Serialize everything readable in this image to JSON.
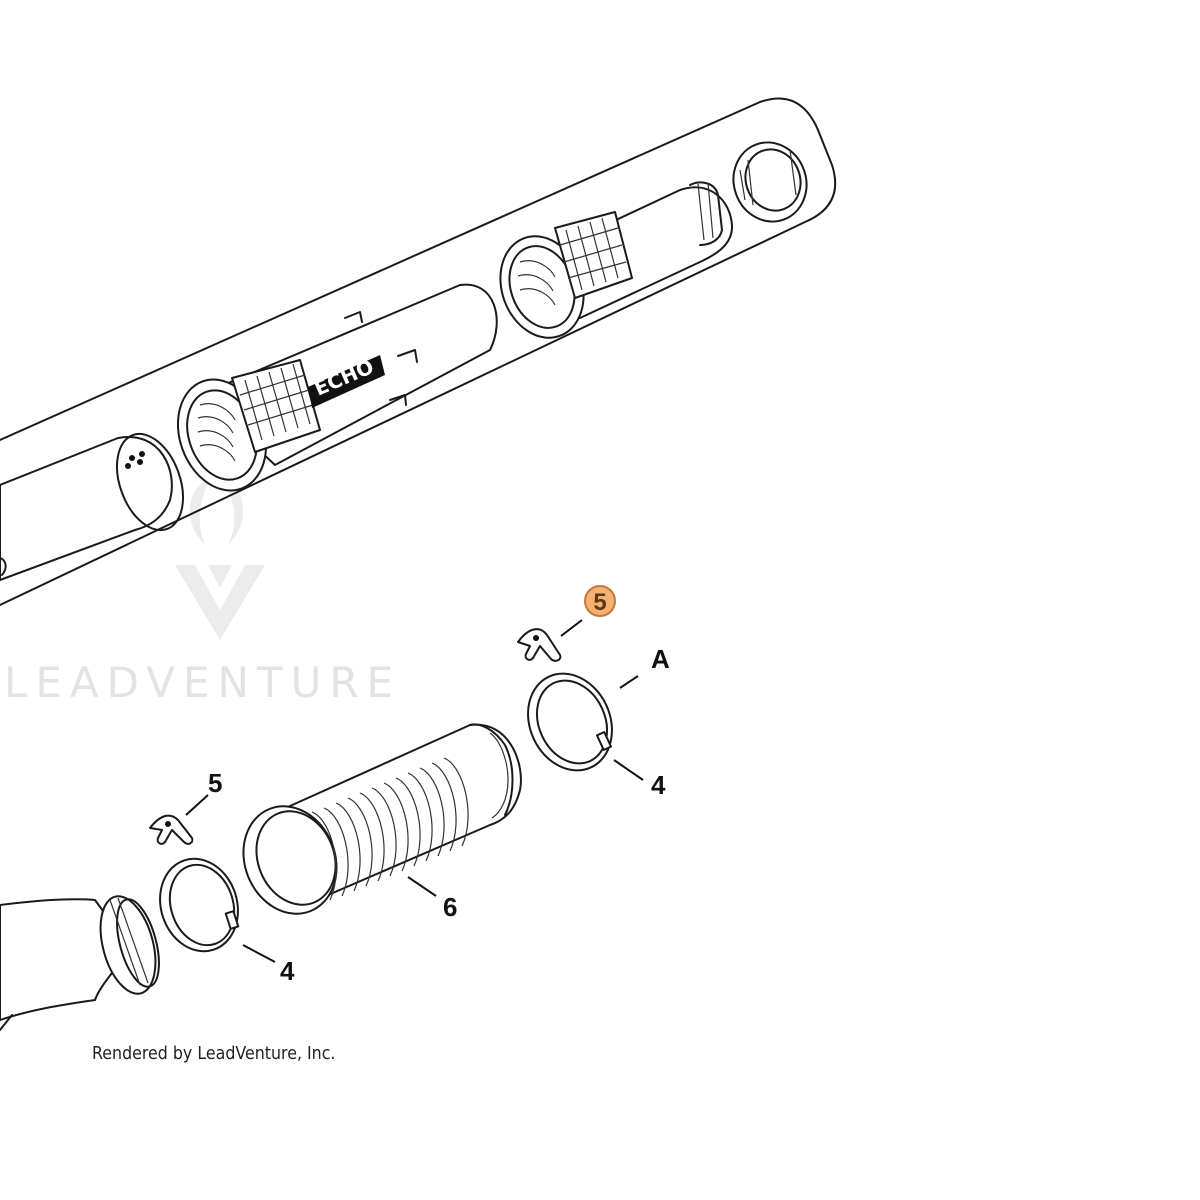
{
  "watermark": {
    "text": "LEADVENTURE"
  },
  "brand_label": "ECHO",
  "footer": {
    "credit": "Rendered by LeadVenture, Inc."
  },
  "callouts": [
    {
      "id": "5",
      "label": "5",
      "highlighted": true
    },
    {
      "id": "A",
      "label": "A",
      "highlighted": false
    },
    {
      "id": "4",
      "label": "4",
      "highlighted": false
    },
    {
      "id": "5",
      "label": "5",
      "highlighted": false
    },
    {
      "id": "6",
      "label": "6",
      "highlighted": false
    },
    {
      "id": "4",
      "label": "4",
      "highlighted": false
    }
  ],
  "colors": {
    "highlight_fill": "#f5b072",
    "highlight_stroke": "#c07a3a",
    "line": "#1a1a1a",
    "watermark": "#e3e3e3"
  }
}
